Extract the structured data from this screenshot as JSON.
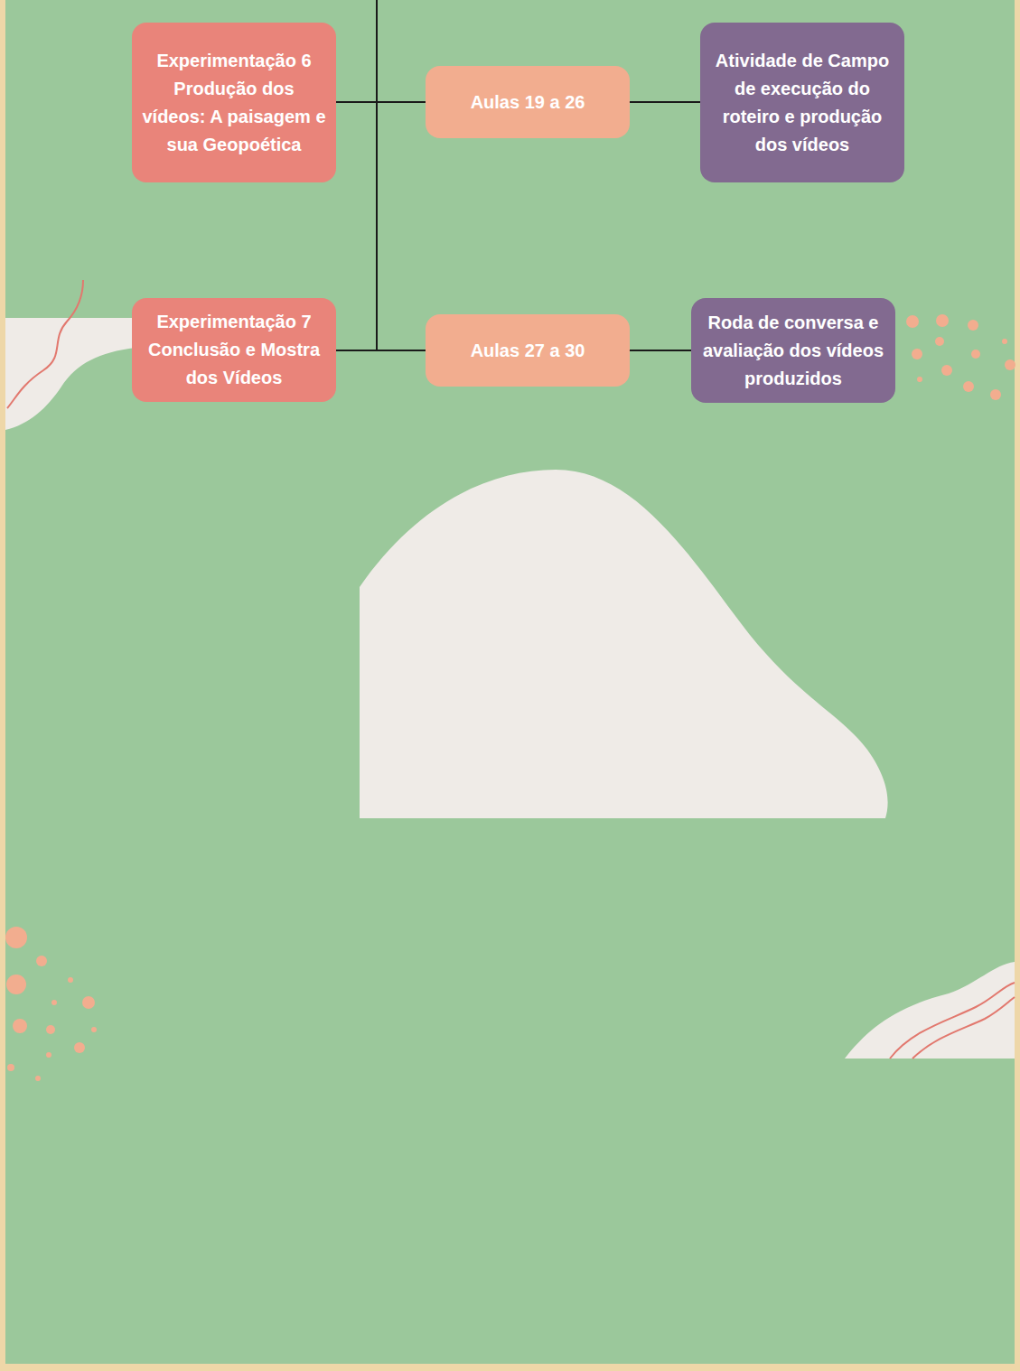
{
  "diagram": {
    "nodes": [
      {
        "text": [
          "Experimentação 6 Produção dos vídeos: A paisagem e sua Geopoética"
        ]
      },
      {
        "text": [
          "Aulas 19 a 26"
        ]
      },
      {
        "text": [
          "Atividade de Campo de execução do roteiro e produção dos vídeos"
        ]
      },
      {
        "text": [
          "Experimentação 7 Conclusão e Mostra dos Vídeos"
        ]
      },
      {
        "text": [
          "Aulas 27 a 30"
        ]
      },
      {
        "text": [
          "Roda de conversa e avaliação dos vídeos produzidos"
        ]
      }
    ],
    "edges": [
      {
        "from": 0,
        "to": 1,
        "arrow": "none"
      },
      {
        "from": 1,
        "to": 2,
        "arrow": "none"
      },
      {
        "from": 3,
        "to": 4,
        "arrow": "none"
      },
      {
        "from": 4,
        "to": 5,
        "arrow": "none"
      }
    ]
  }
}
